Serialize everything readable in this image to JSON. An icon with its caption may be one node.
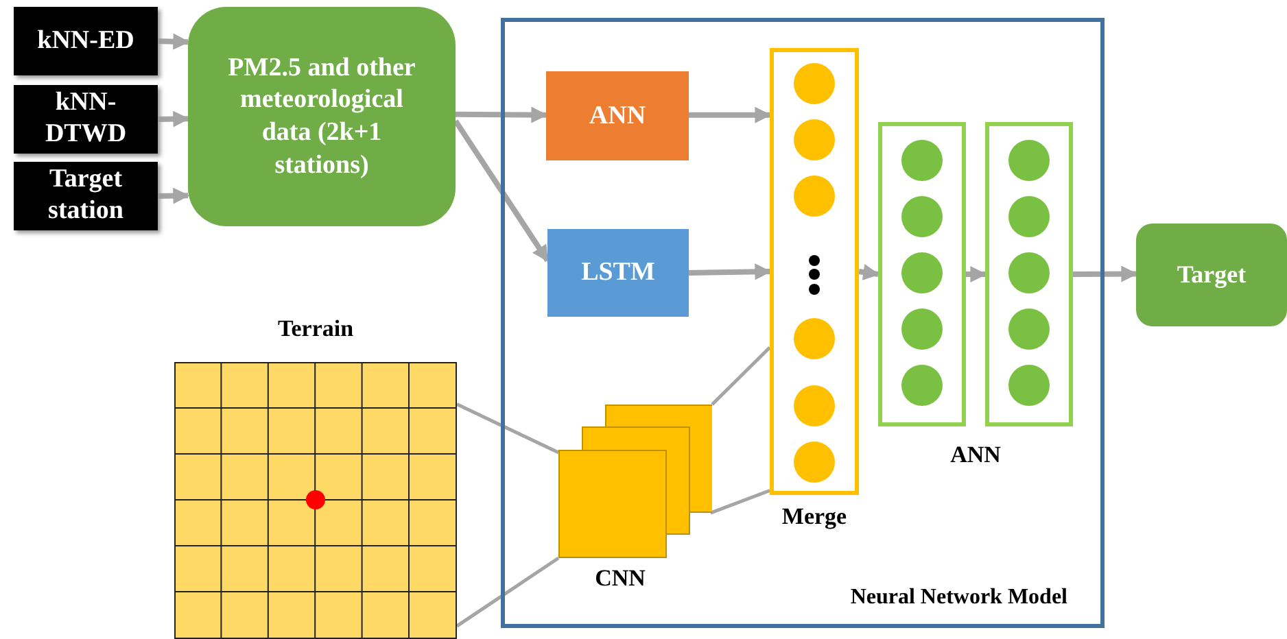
{
  "diagram": {
    "nodes": [
      {
        "text": [
          "kNN-ED"
        ]
      },
      {
        "text": [
          "kNN-DTWD"
        ]
      },
      {
        "text": [
          "Target station"
        ]
      },
      {
        "text": [
          "PM2.5 and other meteorological data (2k+1 stations)"
        ]
      },
      {
        "text": [
          "Neural Network Model"
        ]
      },
      {
        "text": [
          "ANN"
        ],
        "in": 4
      },
      {
        "text": [
          "LSTM"
        ],
        "in": 4
      },
      {
        "text": [
          "Merge"
        ],
        "in": 4
      },
      {
        "text": [],
        "shape": "box",
        "in": 4
      },
      {
        "text": [],
        "shape": "box",
        "in": 4
      },
      {
        "text": [
          "CNN"
        ],
        "in": 4
      },
      {
        "text": [
          "Terrain"
        ]
      },
      {
        "text": [
          "Target"
        ]
      }
    ],
    "edges": [
      {
        "from": 0,
        "to": 3,
        "arrow": "to"
      },
      {
        "from": 1,
        "to": 3,
        "arrow": "to"
      },
      {
        "from": 2,
        "to": 3,
        "arrow": "to"
      },
      {
        "from": 3,
        "to": 5,
        "arrow": "to"
      },
      {
        "from": 3,
        "to": 6,
        "arrow": "to"
      },
      {
        "from": 5,
        "to": 7,
        "arrow": "to"
      },
      {
        "from": 6,
        "to": 7,
        "arrow": "to"
      },
      {
        "from": 7,
        "to": 8,
        "arrow": "to"
      },
      {
        "from": 8,
        "to": 9,
        "arrow": "to"
      },
      {
        "from": 9,
        "to": 12,
        "arrow": "to"
      },
      {
        "from": 11,
        "to": 10,
        "arrow": "none"
      },
      {
        "from": 11,
        "to": 10,
        "arrow": "none"
      },
      {
        "from": 10,
        "to": 7,
        "arrow": "none"
      },
      {
        "from": 10,
        "to": 7,
        "arrow": "none"
      }
    ],
    "labels": [
      "ANN"
    ]
  }
}
